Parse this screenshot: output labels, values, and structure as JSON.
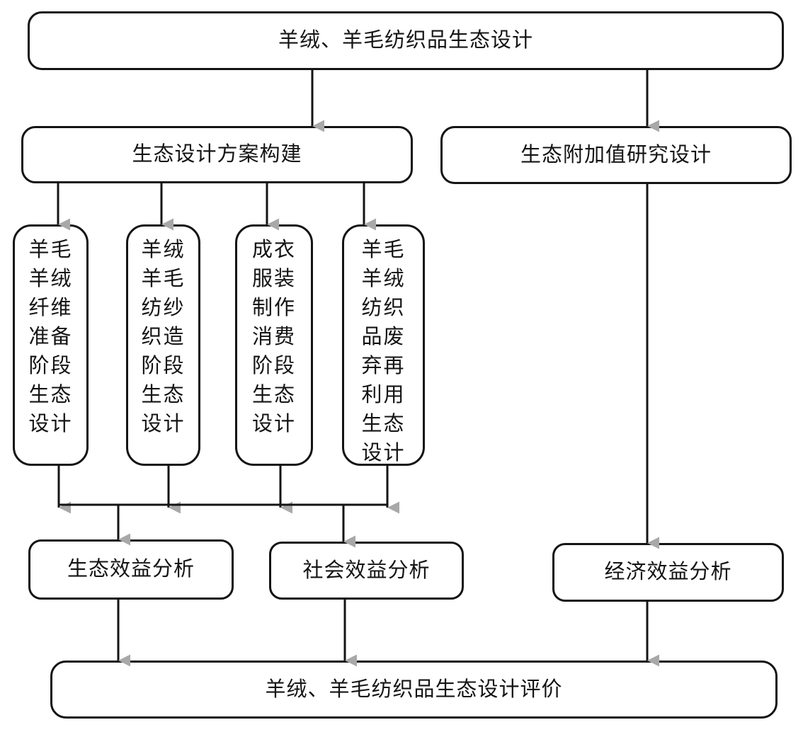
{
  "nodes": {
    "main_title": "羊绒、羊毛纺织品生态设计",
    "scheme_construction": "生态设计方案构建",
    "added_value_design": "生态附加值研究设计",
    "stage_fiber_preparation": "羊毛\n羊绒\n纤维\n准备\n阶段\n生态\n设计",
    "stage_spinning_weaving": "羊绒\n羊毛\n纺纱\n织造\n阶段\n生态\n设计",
    "stage_garment_consumption": "成衣\n服装\n制作\n消费\n阶段\n生态\n设计",
    "stage_waste_reuse": "羊毛\n羊绒\n纺织\n品废\n弃再\n利用\n生态\n设计",
    "eco_benefit_analysis": "生态效益分析",
    "social_benefit_analysis": "社会效益分析",
    "economic_benefit_analysis": "经济效益分析",
    "evaluation": "羊绒、羊毛纺织品生态设计评价"
  },
  "colors": {
    "line": "#141414",
    "arrowhead": "#a8a8a8",
    "background": "#ffffff",
    "text": "#141414"
  }
}
